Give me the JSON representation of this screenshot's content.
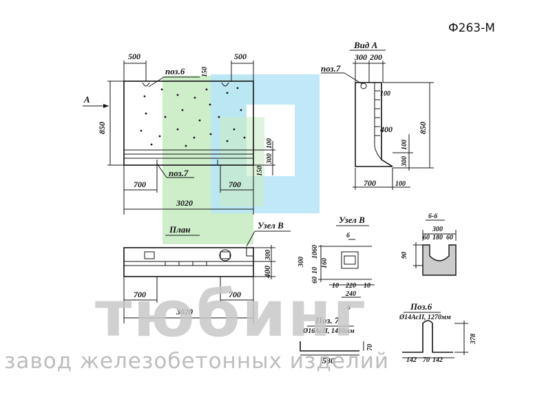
{
  "code": "Ф263-М",
  "watermark": {
    "brand": "тюбинг",
    "tagline": "завод железобетонных изделий",
    "colors": {
      "green": "#c9ecc4",
      "blue": "#b9e6f7",
      "gray": "#c8c8c8"
    }
  },
  "front": {
    "arrow": "A",
    "height": "850",
    "top_left": "500",
    "top_right": "500",
    "pos6": "поз.6",
    "pos7": "поз.7",
    "d150_top": "150",
    "d100": "100",
    "d300": "300",
    "d150_bot": "150",
    "bot_left": "700",
    "bot_right": "700",
    "total": "3020"
  },
  "side": {
    "title": "Вид А",
    "w300": "300",
    "w200": "200",
    "pos7": "поз.7",
    "d100_top": "100",
    "d400": "400",
    "d100_mid": "100",
    "d300": "300",
    "height": "850",
    "bottom": "700",
    "d100_bot": "100"
  },
  "plan": {
    "title": "План",
    "node": "Узел В",
    "d300": "300",
    "d400": "400",
    "left": "700",
    "right": "700",
    "total": "3020"
  },
  "node_b": {
    "title": "Узел В",
    "d6_top": "6",
    "d300": "300",
    "d60a": "60",
    "d10a": "10",
    "d160": "160",
    "d10b": "10",
    "d60b": "60",
    "b10a": "10",
    "b220": "220",
    "b10b": "10",
    "b240": "240",
    "d6_bot": "6"
  },
  "section66": {
    "title": "6-6",
    "w300": "300",
    "w60a": "60",
    "w180": "180",
    "w60b": "60",
    "h90": "90"
  },
  "pos7_detail": {
    "title": "Поз. 7",
    "spec": "Ø16АсII, 1410мм",
    "len": "580",
    "h70": "70"
  },
  "pos6_detail": {
    "title": "Поз.6",
    "spec": "Ø14АсII, 1270мм",
    "h378": "378",
    "b142a": "142",
    "b70": "70",
    "b142b": "142"
  }
}
